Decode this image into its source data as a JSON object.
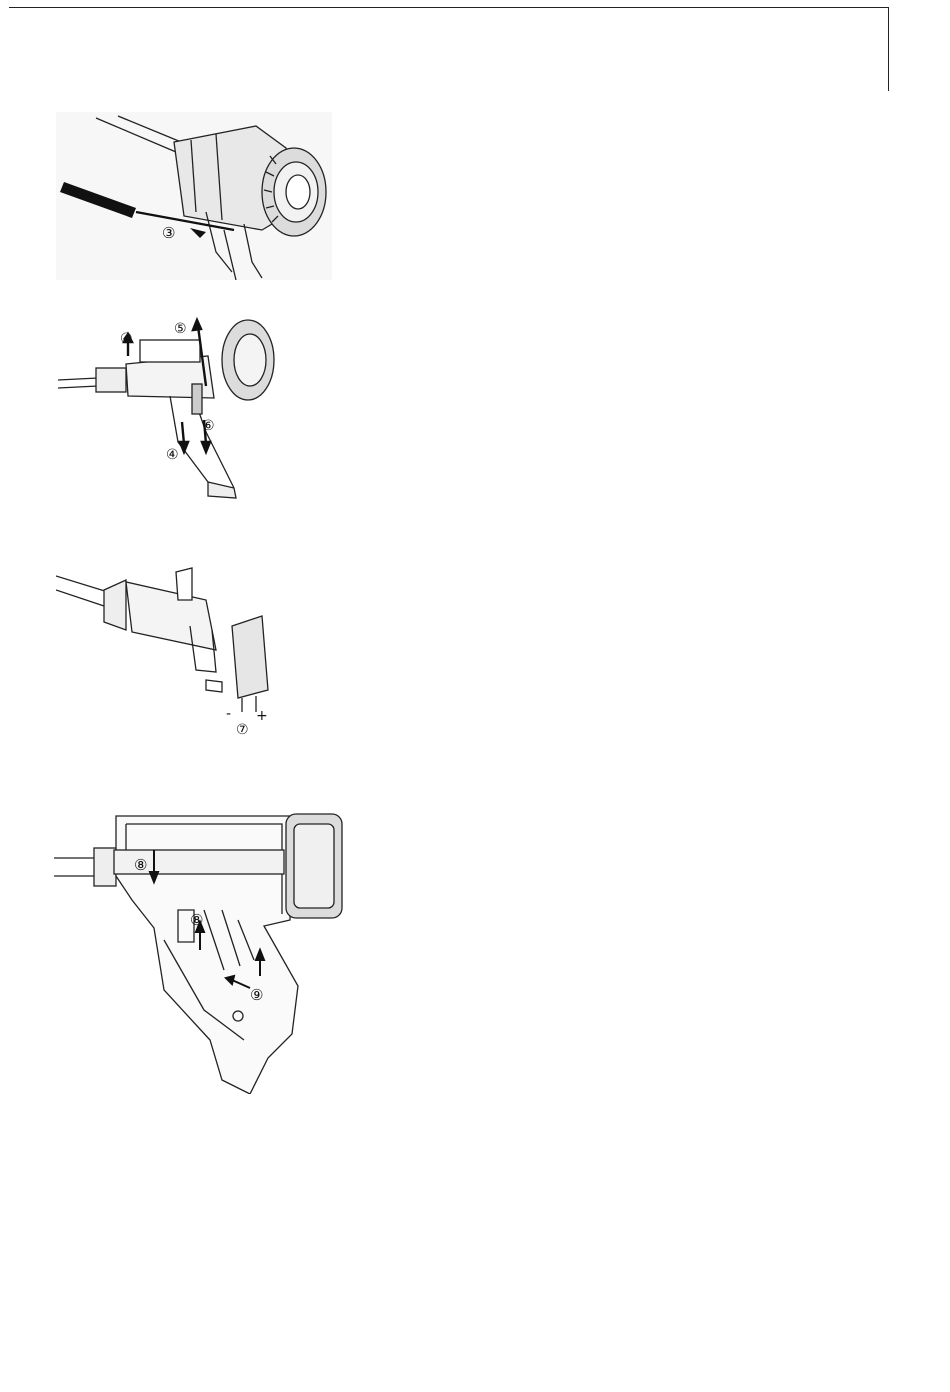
{
  "figures": [
    {
      "step_labels": [
        "③"
      ]
    },
    {
      "step_labels": [
        "④",
        "⑤",
        "⑥",
        "④"
      ]
    },
    {
      "step_labels": [
        "-",
        "+",
        "⑦"
      ]
    },
    {
      "step_labels": [
        "⑧",
        "⑧",
        "⑨"
      ]
    }
  ]
}
